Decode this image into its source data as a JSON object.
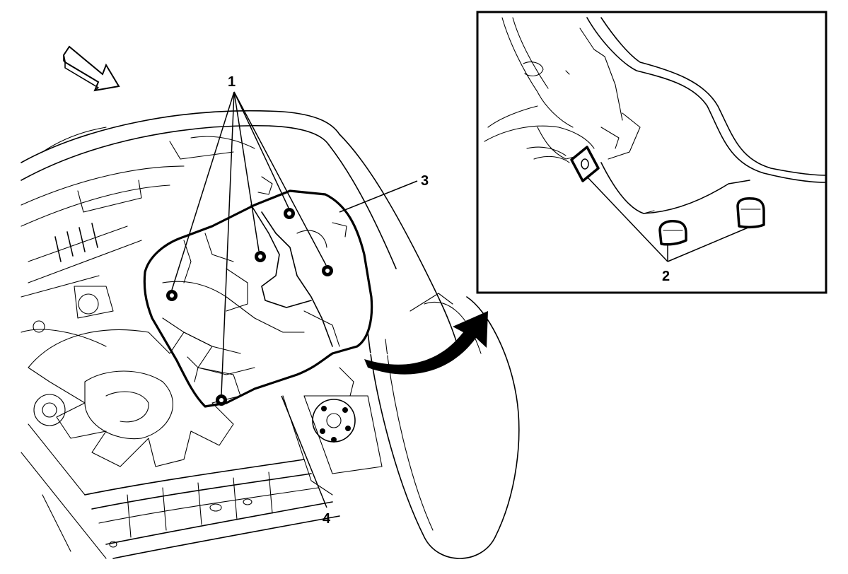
{
  "callouts": {
    "fasteners": "1",
    "clips": "2",
    "shield": "3",
    "vehicle_part": "4"
  },
  "colors": {
    "line": "#000000",
    "background": "#ffffff"
  },
  "icons": {
    "direction_arrow": "front-direction-arrow-icon",
    "rotation_arrow": "curved-rotation-arrow-icon"
  }
}
